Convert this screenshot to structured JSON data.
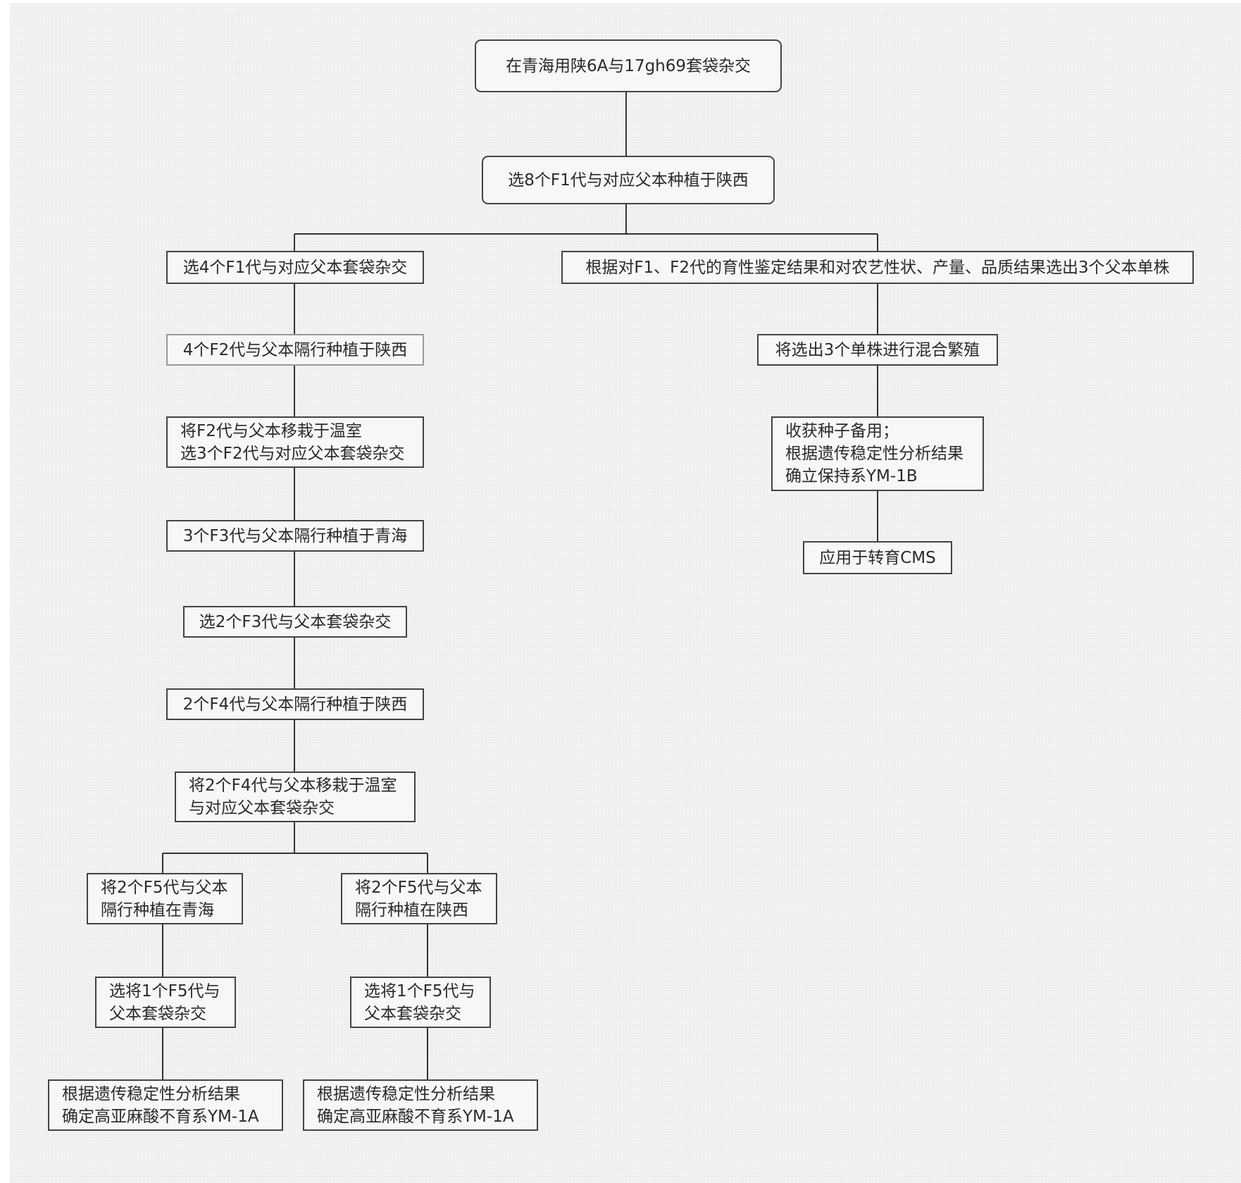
{
  "nodes": {
    "n1": "在青海用陕6A与17gh69套袋杂交",
    "n2": "选8个F1代与对应父本种植于陕西",
    "n3": "选4个F1代与对应父本套袋杂交",
    "n4": "根据对F1、F2代的育性鉴定结果和对农艺性状、产量、品质结果选出3个父本单株",
    "n5": "4个F2代与父本隔行种植于陕西",
    "n6": [
      "将F2代与父本移栽于温室",
      "选3个F2代与对应父本套袋杂交"
    ],
    "n7": "3个F3代与父本隔行种植于青海",
    "n8": "选2个F3代与父本套袋杂交",
    "n9": "2个F4代与父本隔行种植于陕西",
    "n10": [
      "将2个F4代与父本移栽于温室",
      "与对应父本套袋杂交"
    ],
    "n11": [
      "将2个F5代与父本",
      "隔行种植在青海"
    ],
    "n12": [
      "将2个F5代与父本",
      "隔行种植在陕西"
    ],
    "n13": [
      "选将1个F5代与",
      "父本套袋杂交"
    ],
    "n14": [
      "选将1个F5代与",
      "父本套袋杂交"
    ],
    "n15": [
      "根据遗传稳定性分析结果",
      "确定高亚麻酸不育系YM-1A"
    ],
    "n16": [
      "根据遗传稳定性分析结果",
      "确定高亚麻酸不育系YM-1A"
    ],
    "n17": "将选出3个单株进行混合繁殖",
    "n18": [
      "收获种子备用；",
      "根据遗传稳定性分析结果",
      "确立保持系YM-1B"
    ],
    "n19": "应用于转育CMS"
  }
}
